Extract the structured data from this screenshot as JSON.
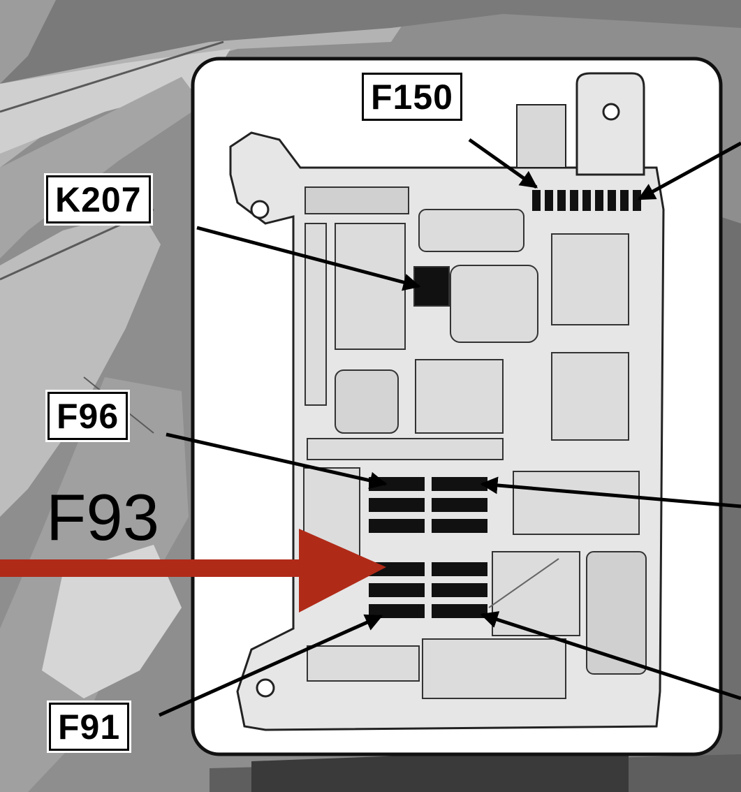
{
  "labels": {
    "f150": "F150",
    "k207": "K207",
    "f96": "F96",
    "f91": "F91",
    "f93": "F93"
  },
  "colors": {
    "highlight_arrow": "#b02a18",
    "callout_arrow": "#000000",
    "fuse_box": "#e6e6e6",
    "panel_border": "#111111",
    "callout_background": "#ffffff"
  }
}
